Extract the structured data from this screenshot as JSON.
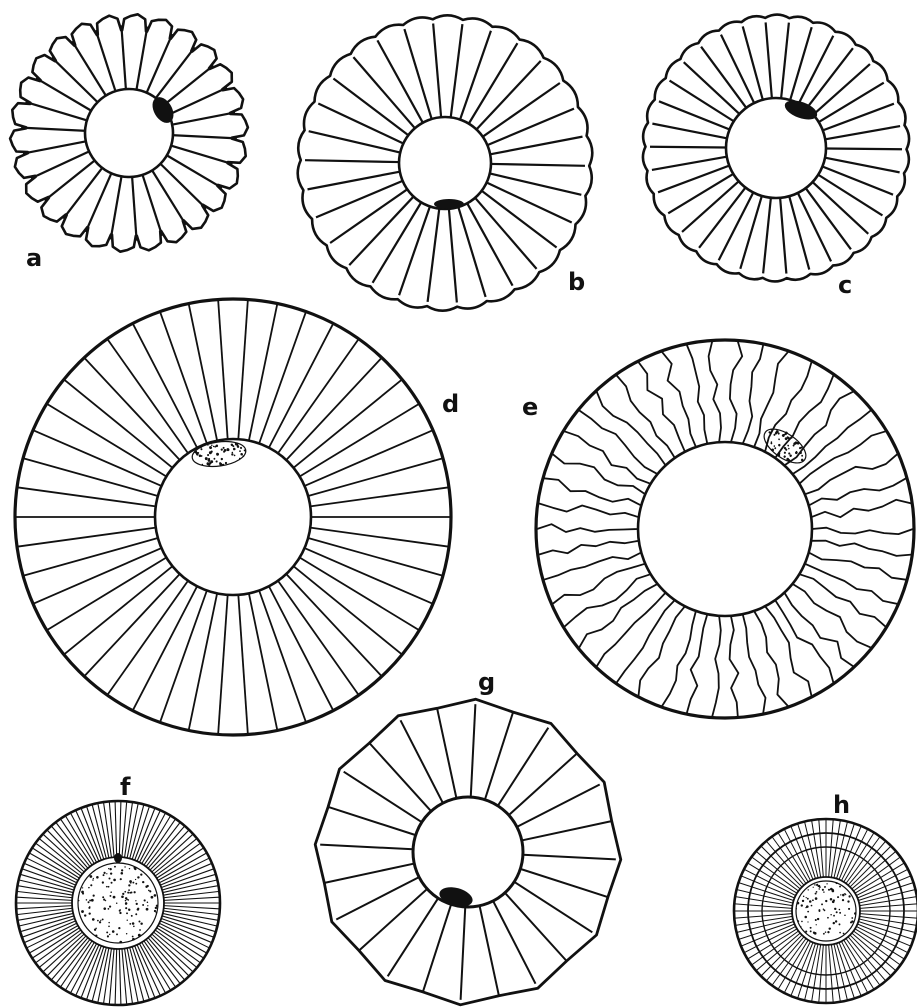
{
  "plate": {
    "figures": [
      {
        "label": "a",
        "style": "lobed",
        "spokes": 26
      },
      {
        "label": "b",
        "style": "scalloped",
        "spokes": 30
      },
      {
        "label": "c",
        "style": "scalloped",
        "spokes": 34
      },
      {
        "label": "d",
        "style": "plain",
        "spokes": 46
      },
      {
        "label": "e",
        "style": "wavy",
        "spokes": 46
      },
      {
        "label": "f",
        "style": "dense-stippled",
        "spokes": 110
      },
      {
        "label": "g",
        "style": "polygonal",
        "spokes": 24
      },
      {
        "label": "h",
        "style": "concentric-stippled",
        "spokes": 80
      }
    ],
    "colors": {
      "ink": "#111111",
      "background": "#ffffff"
    }
  }
}
